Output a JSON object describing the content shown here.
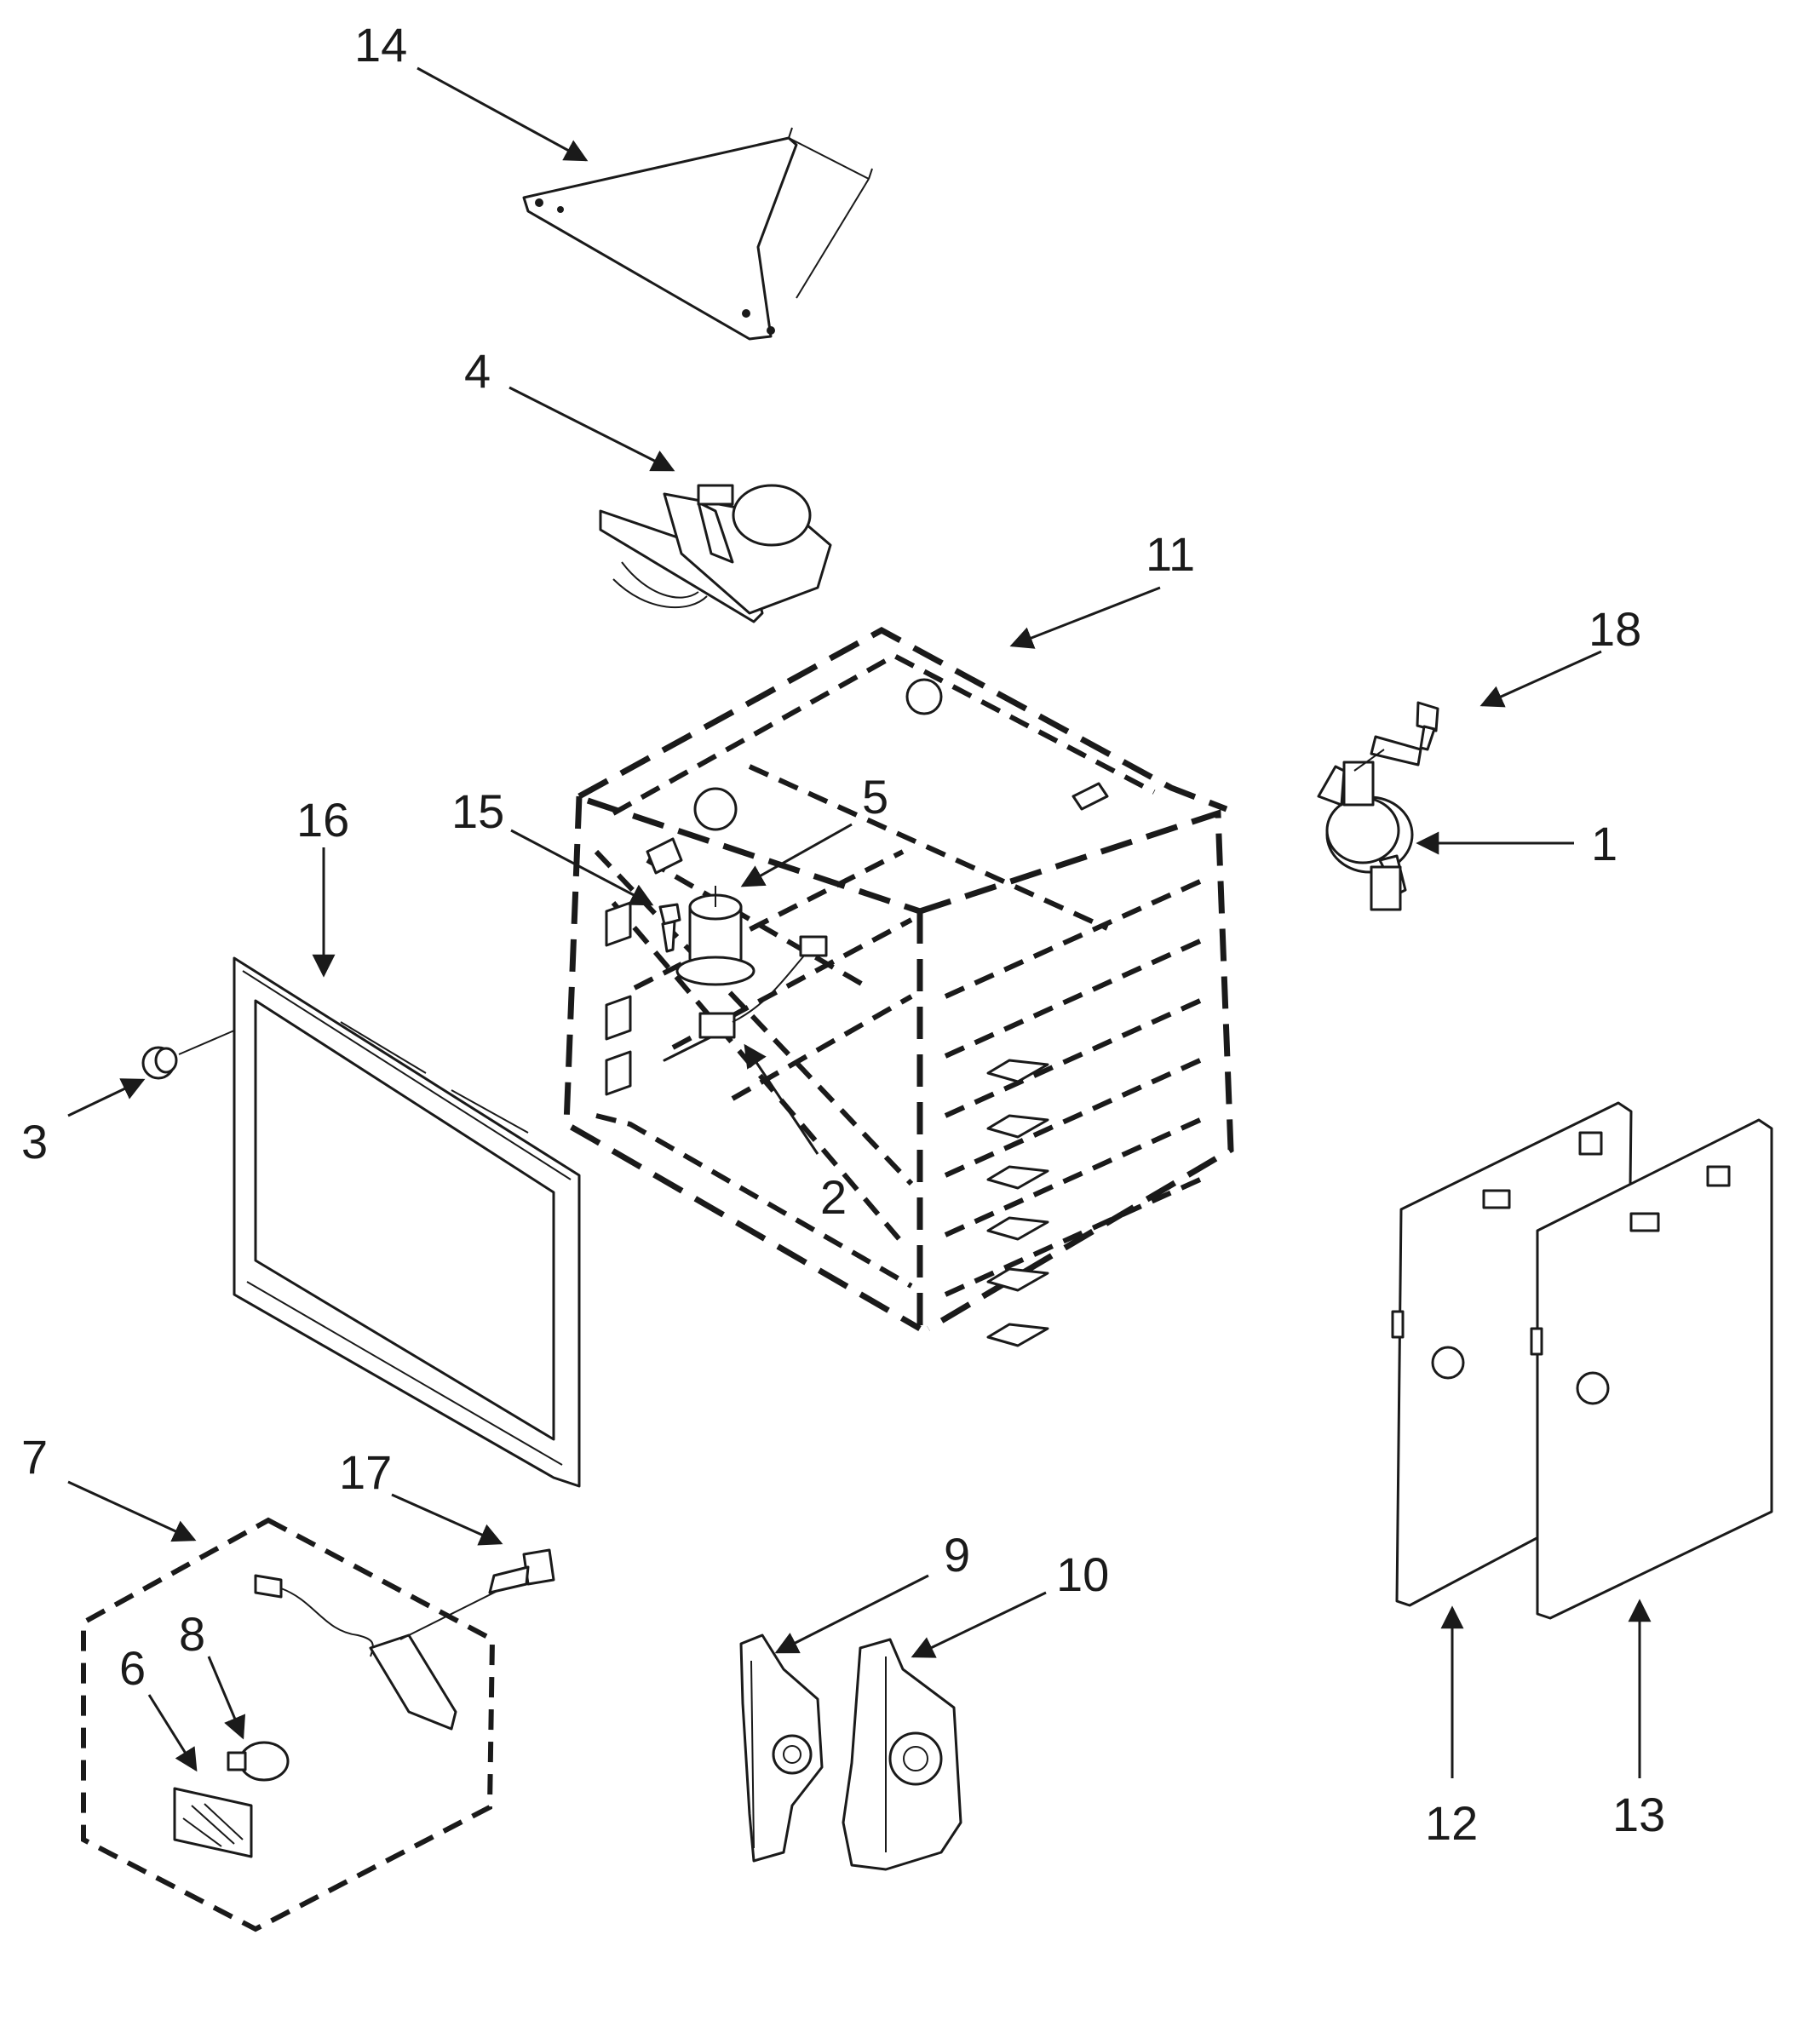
{
  "callouts": [
    {
      "id": "1",
      "text": "1"
    },
    {
      "id": "2",
      "text": "2"
    },
    {
      "id": "3",
      "text": "3"
    },
    {
      "id": "4",
      "text": "4"
    },
    {
      "id": "5",
      "text": "5"
    },
    {
      "id": "6",
      "text": "6"
    },
    {
      "id": "7",
      "text": "7"
    },
    {
      "id": "8",
      "text": "8"
    },
    {
      "id": "9",
      "text": "9"
    },
    {
      "id": "10",
      "text": "10"
    },
    {
      "id": "11",
      "text": "11"
    },
    {
      "id": "12",
      "text": "12"
    },
    {
      "id": "13",
      "text": "13"
    },
    {
      "id": "14",
      "text": "14"
    },
    {
      "id": "15",
      "text": "15"
    },
    {
      "id": "16",
      "text": "16"
    },
    {
      "id": "17",
      "text": "17"
    },
    {
      "id": "18",
      "text": "18"
    }
  ],
  "colors": {
    "ink": "#1a1a1a",
    "background": "#ffffff"
  }
}
